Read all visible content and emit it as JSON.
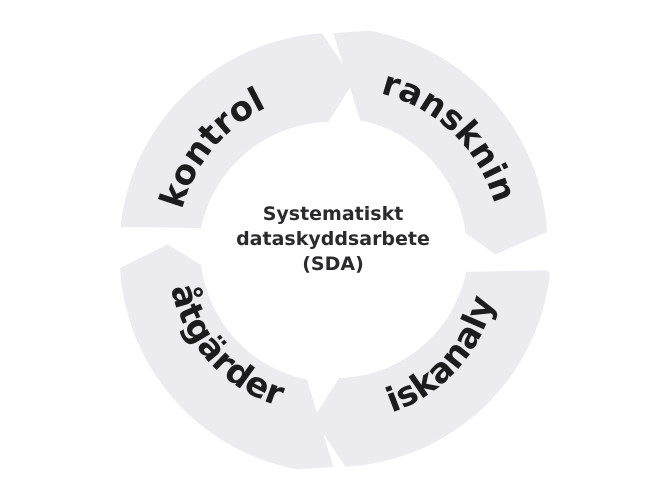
{
  "center": {
    "line1": "Systematiskt",
    "line2": "dataskyddsarbete",
    "line3": "(SDA)"
  },
  "cycle": [
    {
      "key": "kontroll",
      "label": "kontroll"
    },
    {
      "key": "granskning",
      "label": "granskning"
    },
    {
      "key": "riskanalys",
      "label": "riskanalys"
    },
    {
      "key": "atgarder",
      "label": "åtgärder"
    }
  ],
  "colors": {
    "segment": "#ececf0",
    "text": "#1c1c1e",
    "background": "#ffffff"
  }
}
